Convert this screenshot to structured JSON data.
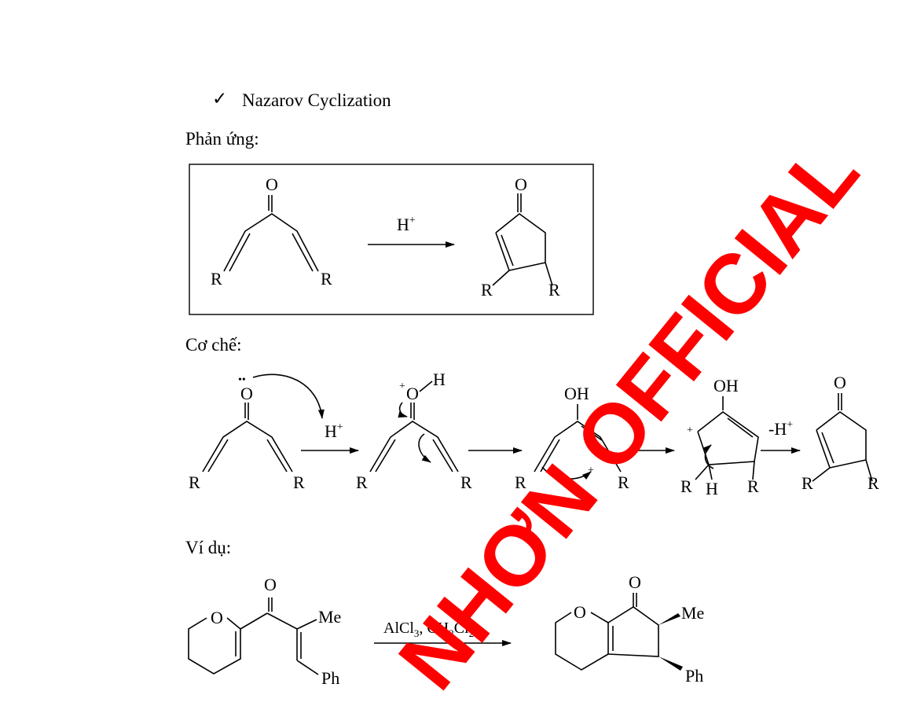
{
  "heading": {
    "check": "✓",
    "title": "Nazarov Cyclization"
  },
  "sections": {
    "reaction": "Phản ứng:",
    "mechanism": "Cơ chế:",
    "example": "Ví dụ:"
  },
  "reaction": {
    "oxygen": "O",
    "substituent": "R",
    "catalyst_base": "H",
    "catalyst_charge": "+"
  },
  "mechanism": {
    "oxygen": "O",
    "hydrogen": "H",
    "hydroxyl": "OH",
    "substituent": "R",
    "plus": "+",
    "deprotonation": "-H",
    "lone_pair": "••"
  },
  "example": {
    "oxygen": "O",
    "methyl": "Me",
    "phenyl": "Ph",
    "reagent_a": "AlCl",
    "reagent_a_sub": "3",
    "reagent_sep": ", CH",
    "reagent_b_sub1": "2",
    "reagent_b": "Cl",
    "reagent_b_sub2": "2"
  },
  "watermark": {
    "text": "NHƠN OFFICIAL"
  },
  "colors": {
    "watermark": "#ff0000",
    "ink": "#000000"
  }
}
